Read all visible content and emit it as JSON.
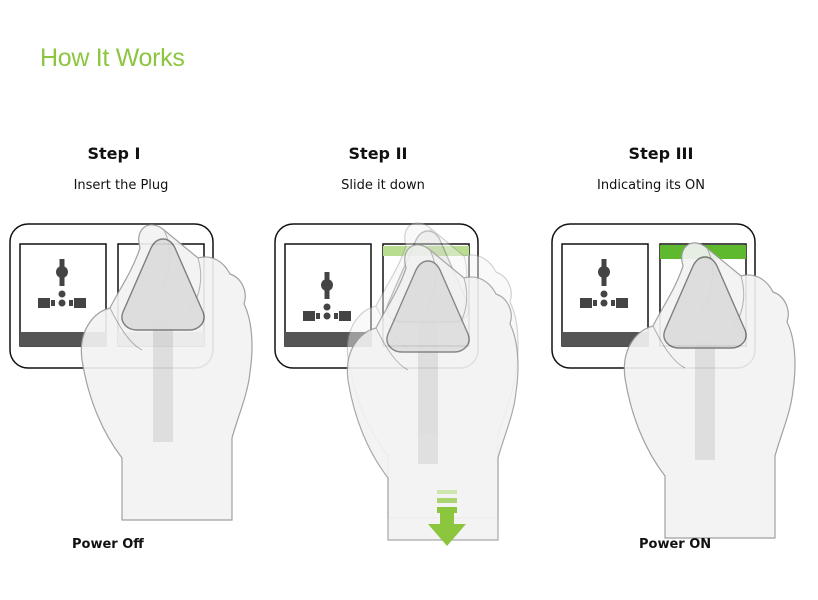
{
  "header": {
    "title": "How It Works"
  },
  "steps": [
    {
      "title": "Step I",
      "description": "Insert the Plug"
    },
    {
      "title": "Step II",
      "description": "Slide it down"
    },
    {
      "title": "Step III",
      "description": "Indicating its ON"
    }
  ],
  "status": {
    "off_label": "Power Off",
    "on_label": "Power ON"
  },
  "colors": {
    "accent": "#8cc63f",
    "indicator_on": "#5fb92f",
    "outline": "#111111",
    "socket_bar": "#555555",
    "hand_fill": "#f2f2f2",
    "hand_stroke": "#9a9a9a"
  },
  "icons": {
    "arrow": "arrow-down-icon",
    "socket": "universal-socket-icon"
  }
}
